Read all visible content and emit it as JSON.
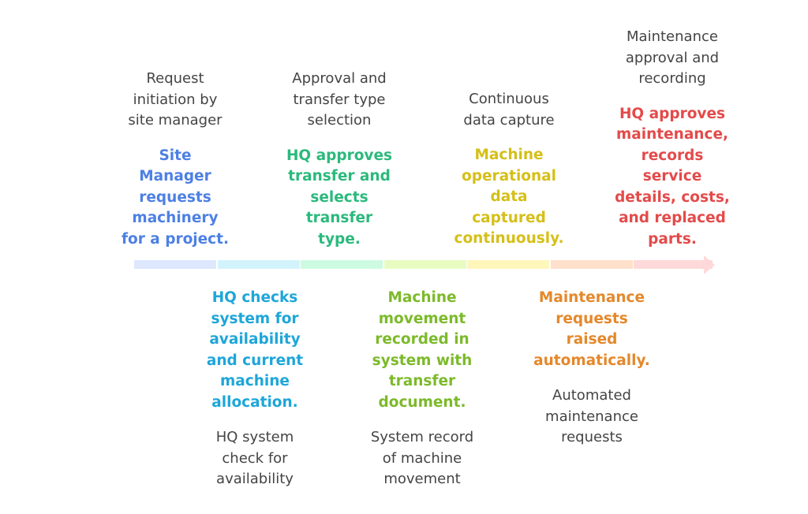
{
  "steps": [
    {
      "label": "Request initiation by site manager",
      "desc": "Site Manager requests machinery for a project.",
      "color": "#4d80e4",
      "bar": "#dde7fd",
      "pos": "top"
    },
    {
      "label": "HQ system check for availability",
      "desc": "HQ checks system for availability and current machine allocation.",
      "color": "#1ea6d9",
      "bar": "#d3f3fc",
      "pos": "bottom"
    },
    {
      "label": "Approval and transfer type selection",
      "desc": "HQ approves transfer and selects transfer type.",
      "color": "#2bb97c",
      "bar": "#cdfbe2",
      "pos": "top"
    },
    {
      "label": "System record of machine movement",
      "desc": "Machine movement recorded in system with transfer document.",
      "color": "#7cba2a",
      "bar": "#e8fcc2",
      "pos": "bottom"
    },
    {
      "label": "Continuous data capture",
      "desc": "Machine operational data captured continuously.",
      "color": "#d5bf17",
      "bar": "#fff6bb",
      "pos": "top"
    },
    {
      "label": "Automated maintenance requests",
      "desc": "Maintenance requests raised automatically.",
      "color": "#e4882b",
      "bar": "#ffe0ca",
      "pos": "bottom"
    },
    {
      "label": "Maintenance approval and recording",
      "desc": "HQ approves maintenance, records service details, costs, and replaced parts.",
      "color": "#e44a4a",
      "bar": "#ffd9d9",
      "pos": "top"
    }
  ]
}
